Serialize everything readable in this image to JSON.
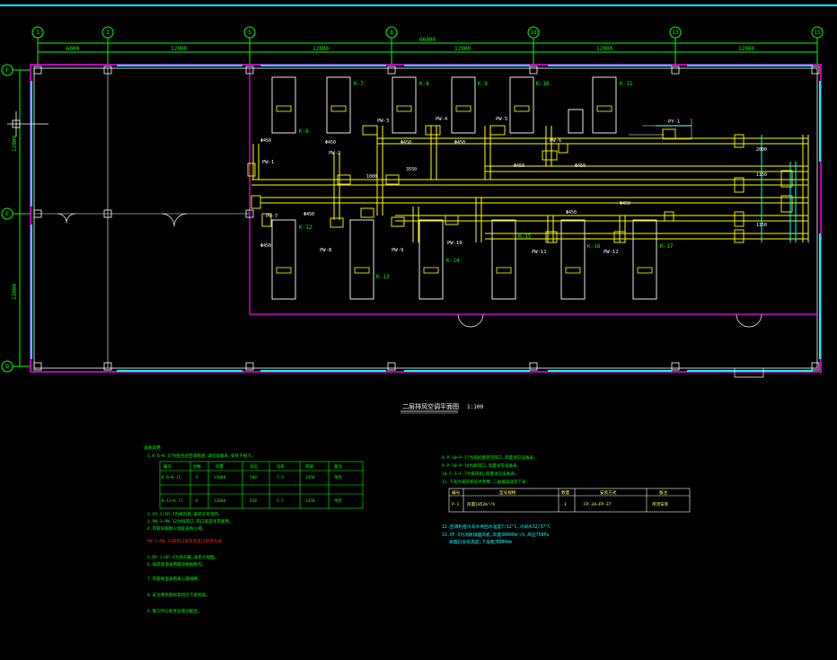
{
  "grid": {
    "columns": [
      "1",
      "2",
      "5",
      "8",
      "10",
      "13",
      "15"
    ],
    "rows": [
      "F",
      "E",
      "D"
    ],
    "top_dims": [
      "6000",
      "12000",
      "12000",
      "12000",
      "12000",
      "12000"
    ],
    "total_dim": "66000",
    "left_dims": [
      "12000",
      "13000"
    ]
  },
  "units": [
    {
      "id": "K-6",
      "label": "K-6"
    },
    {
      "id": "K-7",
      "label": "K-7"
    },
    {
      "id": "K-8",
      "label": "K-8"
    },
    {
      "id": "K-9",
      "label": "K-9"
    },
    {
      "id": "K-10",
      "label": "K-10"
    },
    {
      "id": "K-11",
      "label": "K-11"
    },
    {
      "id": "K-12",
      "label": "K-12"
    },
    {
      "id": "K-13",
      "label": "K-13"
    },
    {
      "id": "K-14",
      "label": "K-14"
    },
    {
      "id": "K-15",
      "label": "K-15"
    },
    {
      "id": "K-16",
      "label": "K-16"
    },
    {
      "id": "K-17",
      "label": "K-17"
    }
  ],
  "tags": [
    "PW-1",
    "PW-2",
    "PW-3",
    "PW-4",
    "PW-5",
    "PW-6",
    "PW-7",
    "PW-8",
    "PW-9",
    "PW-10",
    "PW-11",
    "PW-12",
    "PY-1"
  ],
  "sizes": [
    "Φ450",
    "Φ450",
    "Φ450",
    "Φ450",
    "Φ450",
    "Φ450",
    "Φ450",
    "Φ450",
    "Φ450",
    "Φ450",
    "3550",
    "1000",
    "2000",
    "1150",
    "1150"
  ],
  "drawing_title": "二层排风空调平面图",
  "drawing_scale": "1:100",
  "notes_left": [
    "设备说明:",
    "1.K-6~K-17为组合式空调机组,详见设备表,安装于板下。",
    "2.FP-1~FP-7为排风机,安装于吊顶内。",
    "3.PW-1~PW-12为排风口,风口选型详见图例。",
    "4.风管穿越防火墙处设防火阀。",
    "5.DP-1~DP-4为消声器,详见大样图。",
    "6.排风管道采用镀锌钢板制作。",
    "7.风管保温采用离心玻璃棉。",
    "8.未注明风管标高均为下皮标高。",
    "9.施工时与各专业密切配合。"
  ],
  "notes_left_red": "PW-1~PW-12排风口安装高度以现场为准",
  "notes_right": [
    "8.P-10~P-17为风机盘管回风口,风量详见设备表。",
    "9.P-18~P-19为新风口,风量详见设备表。",
    "10.F-1~F-7为排风机,风量详见设备表。",
    "11.下表为排风机技术参数,二层排风详见下表:"
  ],
  "notes_right_cyan": [
    "12.空调机组冷冻水供回水温度7/12°C,冷却水32/37°C",
    "13.XF-3为消防排烟风机,风量30000m³/h,风压750Pa",
    "排烟口安装高度,下皮距顶300mm"
  ],
  "table_left": {
    "headers": [
      "编号",
      "台数",
      "风量",
      "风压",
      "功率",
      "转速",
      "备注"
    ],
    "rows": [
      [
        "K-6~K-11",
        "6",
        "15000",
        "500",
        "7.5",
        "1450",
        "吊装"
      ],
      [
        "K-12~K-17",
        "6",
        "12000",
        "450",
        "5.5",
        "1450",
        "吊装"
      ]
    ]
  },
  "table_right": {
    "headers": [
      "编号",
      "型号规格",
      "数量",
      "安装方式",
      "备注"
    ],
    "row1": [
      "P-1",
      "风量1052m³/h",
      "1",
      "FP-34~FP-37",
      "吊顶安装"
    ]
  },
  "colors": {
    "wall": "#ffffff",
    "partition": "#ff00ff",
    "duct": "#ffff00",
    "text": "#00ff00",
    "cyan": "#00ffff",
    "red": "#ff2222",
    "yellowtext": "#ffff66"
  }
}
